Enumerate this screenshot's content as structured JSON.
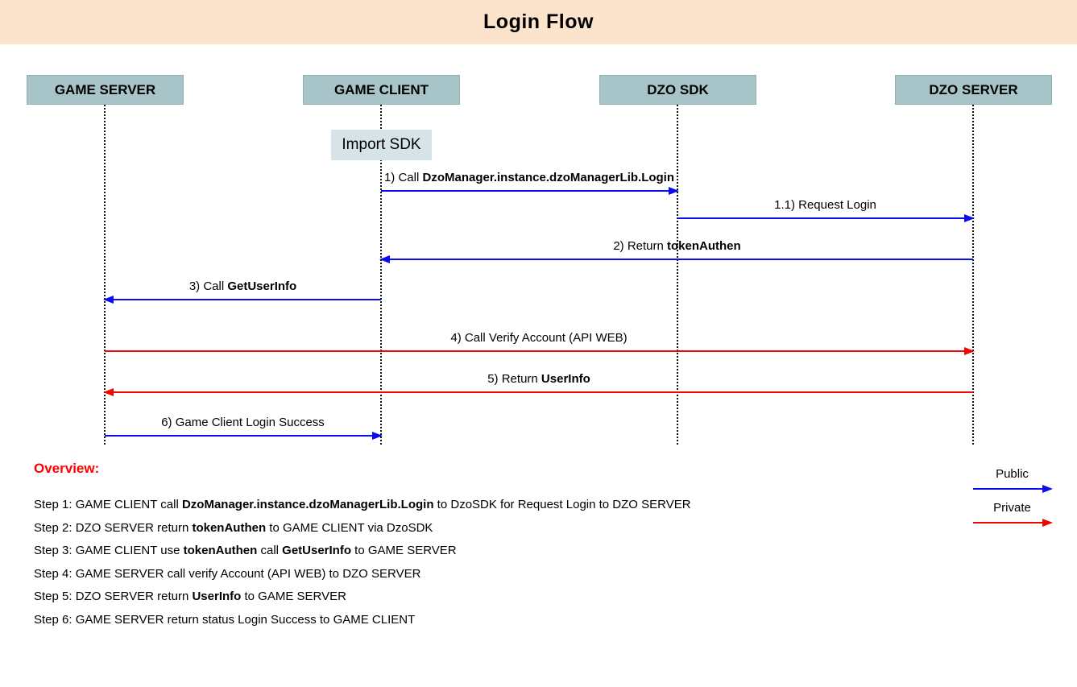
{
  "header": {
    "title": "Login Flow"
  },
  "actors": [
    {
      "name": "GAME SERVER"
    },
    {
      "name": "GAME CLIENT"
    },
    {
      "name": "DZO SDK"
    },
    {
      "name": "DZO SERVER"
    }
  ],
  "note": {
    "label": "Import SDK"
  },
  "messages": [
    {
      "from": "GAME CLIENT",
      "to": "DZO SDK",
      "channel": "public",
      "p": "1) Call ",
      "b": "DzoManager.instance.dzoManagerLib.Login"
    },
    {
      "from": "DZO SDK",
      "to": "DZO SERVER",
      "channel": "public",
      "p": "1.1) Request Login"
    },
    {
      "from": "DZO SERVER",
      "to": "GAME CLIENT",
      "channel": "public",
      "p": "2) Return ",
      "b": "tokenAuthen"
    },
    {
      "from": "GAME CLIENT",
      "to": "GAME SERVER",
      "channel": "public",
      "p": "3) Call ",
      "b": "GetUserInfo"
    },
    {
      "from": "GAME SERVER",
      "to": "DZO SERVER",
      "channel": "private",
      "p": "4) Call Verify Account (API WEB)"
    },
    {
      "from": "DZO SERVER",
      "to": "GAME SERVER",
      "channel": "private",
      "p": "5) Return ",
      "b": "UserInfo"
    },
    {
      "from": "GAME SERVER",
      "to": "GAME CLIENT",
      "channel": "public",
      "p": "6) Game Client Login Success"
    }
  ],
  "legend": {
    "public_label": "Public",
    "private_label": "Private"
  },
  "overview": {
    "heading": "Overview:",
    "steps": [
      {
        "p1": "Step 1: GAME CLIENT call ",
        "b1": "DzoManager.instance.dzoManagerLib.Login",
        "p2": " to DzoSDK for Request Login to DZO SERVER"
      },
      {
        "p1": "Step 2: DZO SERVER return ",
        "b1": "tokenAuthen",
        "p2": " to GAME CLIENT via DzoSDK"
      },
      {
        "p1": "Step 3: GAME CLIENT use ",
        "b1": "tokenAuthen",
        "p2": " call ",
        "b2": "GetUserInfo",
        "p3": " to GAME SERVER"
      },
      {
        "p1": "Step 4: GAME SERVER call verify Account (API WEB) to DZO SERVER"
      },
      {
        "p1": "Step 5: DZO SERVER return ",
        "b1": "UserInfo",
        "p2": " to GAME SERVER"
      },
      {
        "p1": "Step 6: GAME SERVER return status Login Success to GAME CLIENT"
      }
    ]
  },
  "colors": {
    "header_bg": "#fce4cc",
    "actor_bg": "#a7c4c8",
    "note_bg": "#d6e3e8",
    "public_arrow": "#0b0cf0",
    "private_arrow": "#f00505",
    "overview_heading": "#ff0000"
  }
}
